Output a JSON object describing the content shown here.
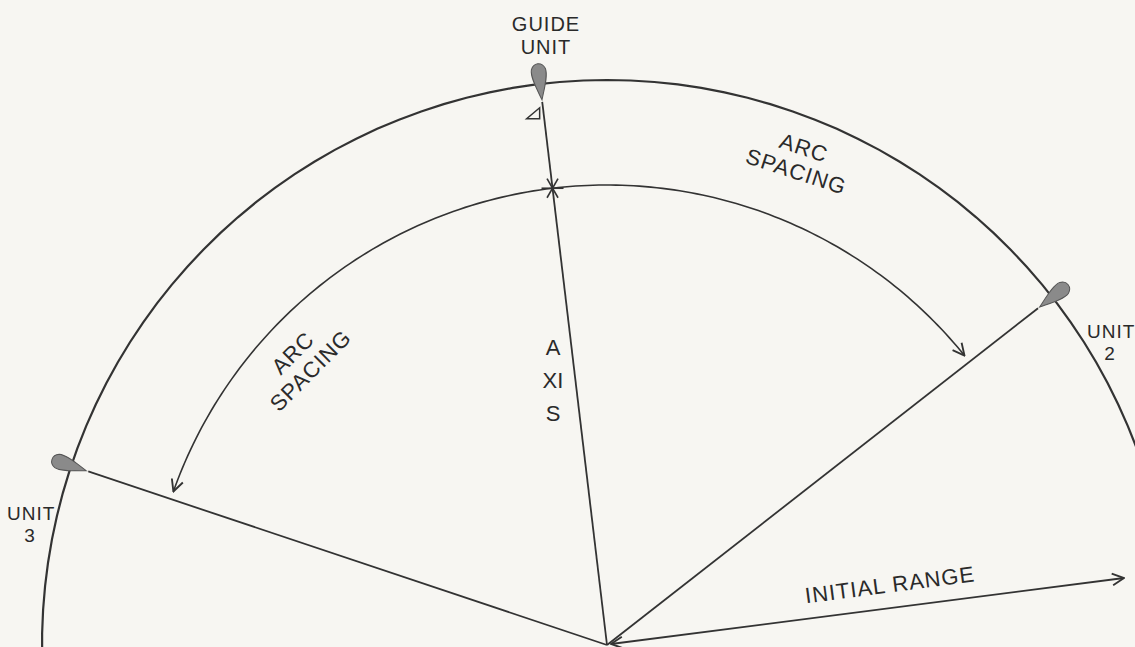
{
  "diagram": {
    "labels": [
      "GUIDE UNIT",
      "ARC SPACING",
      "ARC SPACING",
      "UNIT 2",
      "UNIT 3",
      "AXIS",
      "INITIAL RANGE"
    ]
  }
}
